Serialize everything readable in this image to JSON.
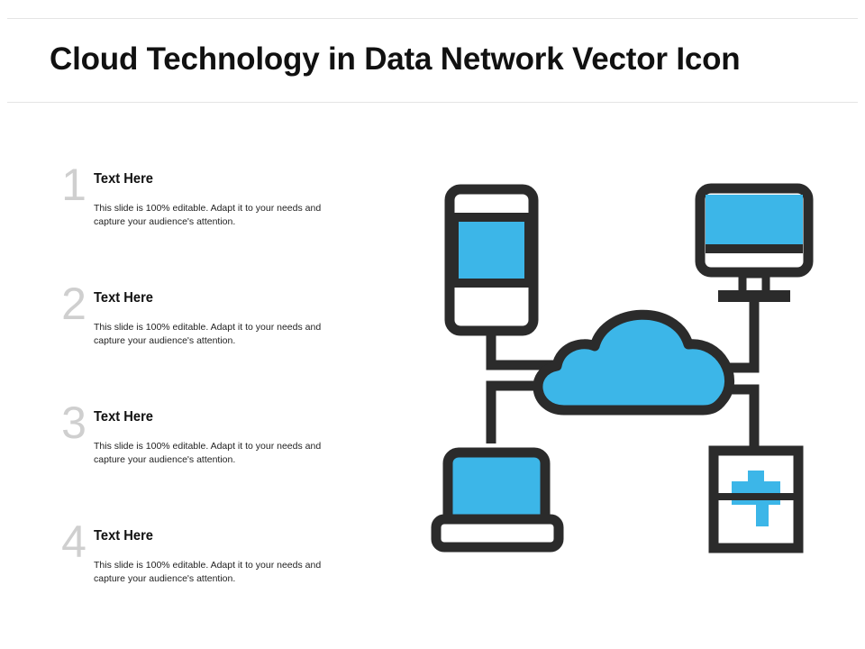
{
  "title": "Cloud Technology in Data Network Vector Icon",
  "items": [
    {
      "number": "1",
      "heading": "Text Here",
      "text": "This slide is 100% editable. Adapt it to your needs and capture your audience's attention."
    },
    {
      "number": "2",
      "heading": "Text Here",
      "text": "This slide is 100% editable. Adapt it to your needs and capture your audience's attention."
    },
    {
      "number": "3",
      "heading": "Text Here",
      "text": "This slide is 100% editable. Adapt it to your needs and capture your audience's attention."
    },
    {
      "number": "4",
      "heading": "Text Here",
      "text": "This slide is 100% editable. Adapt it to your needs and capture your audience's attention."
    }
  ],
  "colors": {
    "accent": "#3cb6e8",
    "outline": "#2b2b2b",
    "number": "#cfcfcf"
  },
  "icons": [
    "mobile-device-icon",
    "desktop-monitor-icon",
    "cloud-icon",
    "laptop-icon",
    "server-icon"
  ]
}
